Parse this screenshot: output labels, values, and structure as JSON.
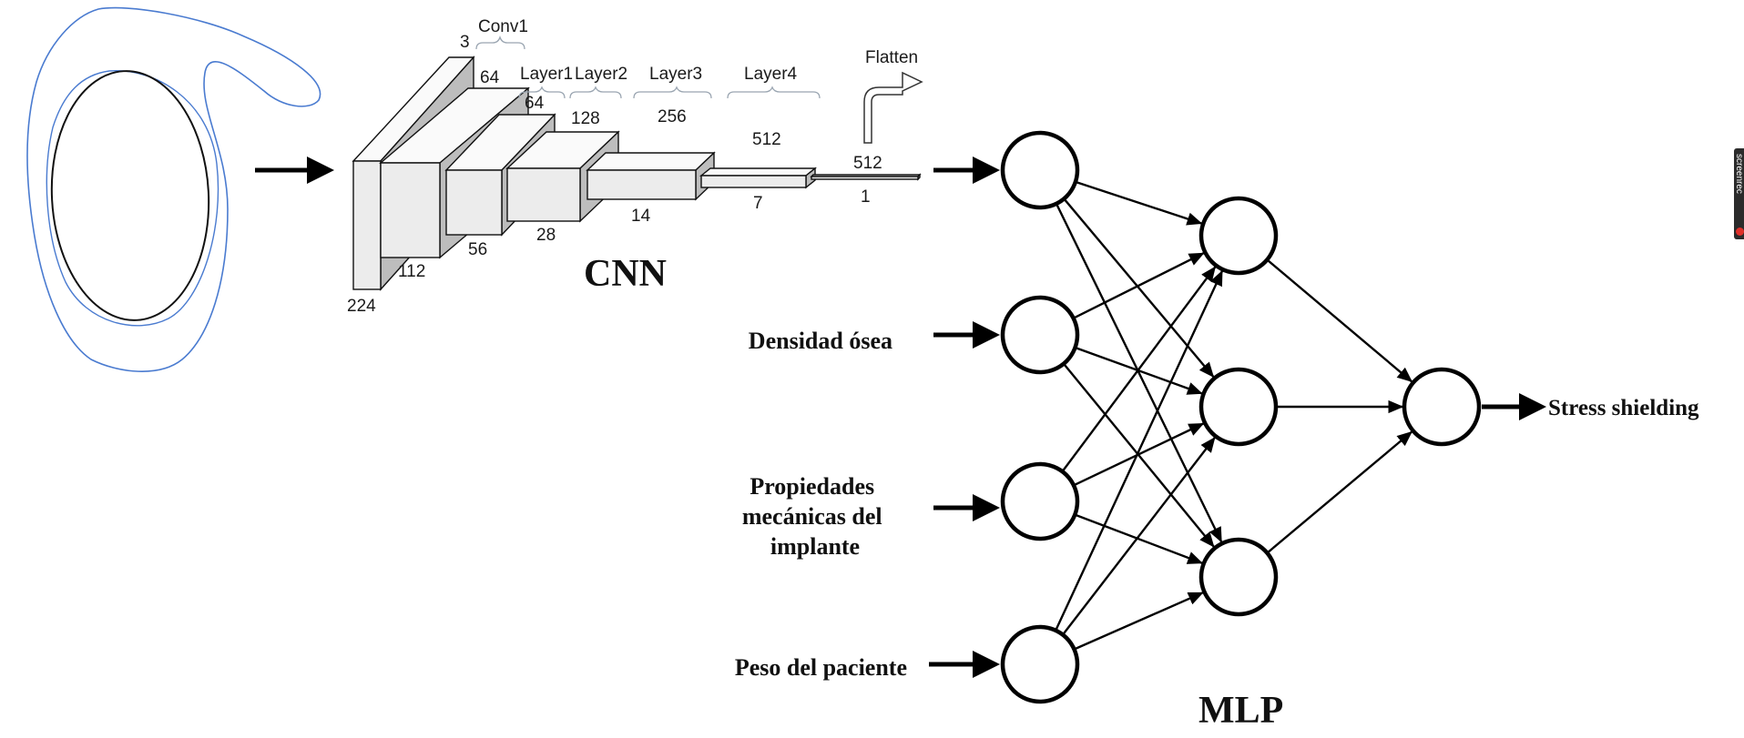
{
  "cnn": {
    "title": "CNN",
    "layers": [
      {
        "name": "Conv1",
        "channels": "3"
      },
      {
        "name": "Layer1",
        "channels": "64"
      },
      {
        "name": "Layer2",
        "channels": "128"
      },
      {
        "name": "Layer3",
        "channels": "256"
      },
      {
        "name": "Layer4",
        "channels": "512"
      }
    ],
    "sizes": [
      "224",
      "112",
      "56",
      "28",
      "14",
      "7",
      "1"
    ],
    "conv1_out": "64",
    "flatten_out": "512",
    "flatten_label": "Flatten"
  },
  "mlp": {
    "title": "MLP",
    "inputs": [
      "Densidad ósea",
      "Propiedades mecánicas del implante",
      "Peso del paciente"
    ],
    "input_lines": [
      [
        "Densidad ósea"
      ],
      [
        "Propiedades",
        "mecánicas del",
        "implante"
      ],
      [
        "Peso del paciente"
      ]
    ],
    "output": "Stress shielding",
    "layer_sizes": [
      4,
      3,
      1
    ]
  },
  "watermark": {
    "text": "screenrec"
  }
}
